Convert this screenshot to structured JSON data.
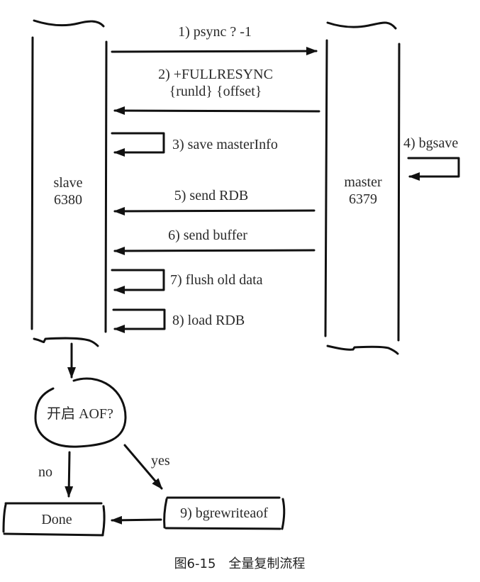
{
  "nodes": {
    "slave": {
      "name": "slave",
      "port": "6380"
    },
    "master": {
      "name": "master",
      "port": "6379"
    },
    "decision": {
      "label": "开启 AOF?"
    },
    "done": {
      "label": "Done"
    },
    "rewrite": {
      "label": "9) bgrewriteaof"
    }
  },
  "steps": {
    "s1": "1) psync ? -1",
    "s2_line1": "2) +FULLRESYNC",
    "s2_line2": "{runld} {offset}",
    "s3": "3) save masterInfo",
    "s4": "4) bgsave",
    "s5": "5) send RDB",
    "s6": "6) send buffer",
    "s7": "7) flush old data",
    "s8": "8) load RDB"
  },
  "branches": {
    "no": "no",
    "yes": "yes"
  },
  "caption": "图6-15　全量复制流程"
}
